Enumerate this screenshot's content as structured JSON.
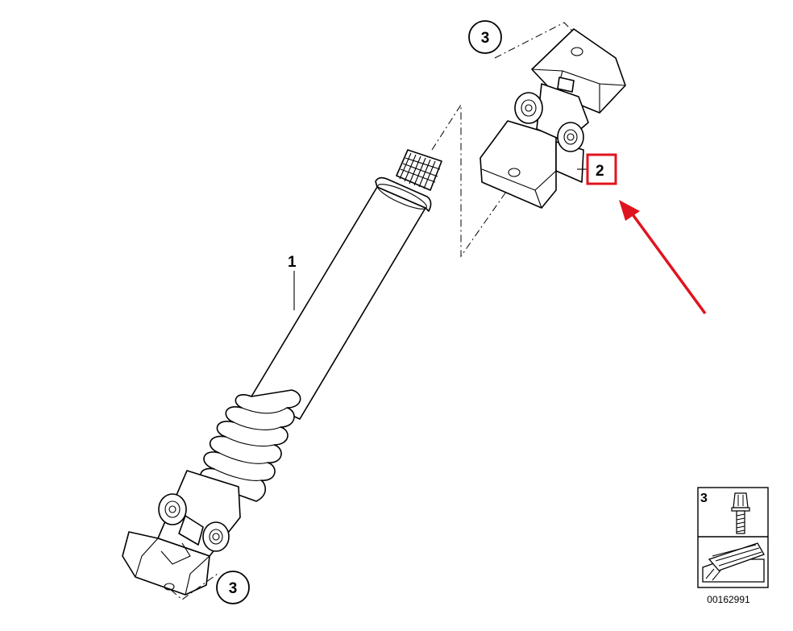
{
  "parts": {
    "steering_shaft": {
      "callout": "1"
    },
    "universal_joint": {
      "callout": "2",
      "highlight_color": "#e0141e"
    },
    "bolt_top": {
      "callout": "3"
    },
    "bolt_bottom": {
      "callout": "3"
    }
  },
  "legend": {
    "bolt_callout": "3",
    "diagram_number": "00162991"
  },
  "annotation": {
    "arrow_color": "#e0141e"
  }
}
